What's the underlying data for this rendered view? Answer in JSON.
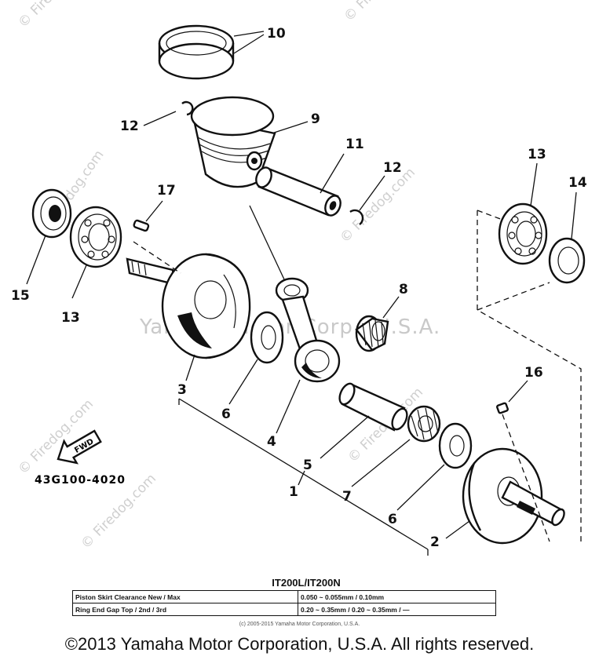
{
  "watermarks": {
    "center": "Yamaha Motor Corp., U.S.A.",
    "tiles": [
      "© Firedog.com",
      "© Firedog.com",
      "© Firedog.com",
      "© Firedog.com",
      "© Firedog.com",
      "© Firedog.com",
      "© Firedog.com"
    ]
  },
  "callouts": {
    "p1": "1",
    "p2": "2",
    "p3": "3",
    "p4": "4",
    "p5": "5",
    "p6a": "6",
    "p6b": "6",
    "p7": "7",
    "p8": "8",
    "p9": "9",
    "p10": "10",
    "p11": "11",
    "p12a": "12",
    "p12b": "12",
    "p13a": "13",
    "p13b": "13",
    "p14": "14",
    "p15": "15",
    "p16": "16",
    "p17": "17"
  },
  "fwd_label": "FWD",
  "diagram_code": "43G100-4020",
  "spec": {
    "model_title": "IT200L/IT200N",
    "rows": [
      {
        "label": "Piston Skirt Clearance New / Max",
        "value": "0.050 ~ 0.055mm / 0.10mm"
      },
      {
        "label": "Ring End Gap Top / 2nd / 3rd",
        "value": "0.20 ~ 0.35mm / 0.20 ~ 0.35mm / —"
      }
    ]
  },
  "small_copyright": "(c) 2005-2015 Yamaha Motor Corporation, U.S.A.",
  "copyright": "©2013 Yamaha Motor Corporation, U.S.A. All rights reserved."
}
